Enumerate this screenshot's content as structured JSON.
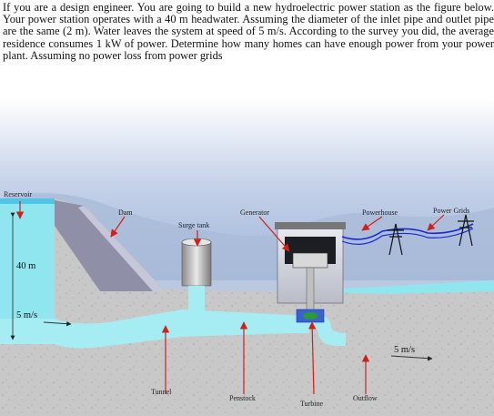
{
  "question": "If you are a design engineer. You are going to build a new hydroelectric power station as the figure below. Your power station operates with a 40 m headwater. Assuming the diameter of the inlet pipe and outlet pipe are the same (2 m). Water leaves the system at speed of 5 m/s. According to the survey you did, the average residence consumes 1 kW of power. Determine how many homes can have enough power from your power plant. Assuming no power loss from power grids",
  "labels": {
    "reservoir": "Reservoir",
    "dam": "Dam",
    "surge_tank": "Surge tank",
    "generator": "Generator",
    "powerhouse": "Powerhouse",
    "power_grids": "Power Grids",
    "headwater": "40 m",
    "inlet_speed": "5 m/s",
    "outlet_speed": "5 m/s",
    "tunnel": "Tunnel",
    "penstock": "Penstock",
    "turbine": "Turbine",
    "outflow": "Outflow"
  },
  "colors": {
    "sky": "#b7c9e4",
    "water": "#8fe6ee",
    "rock": "#c9c9c9",
    "dam": "#9fa0b0",
    "arrow_red": "#d0201a",
    "cable_blue": "#1a2bd0"
  }
}
